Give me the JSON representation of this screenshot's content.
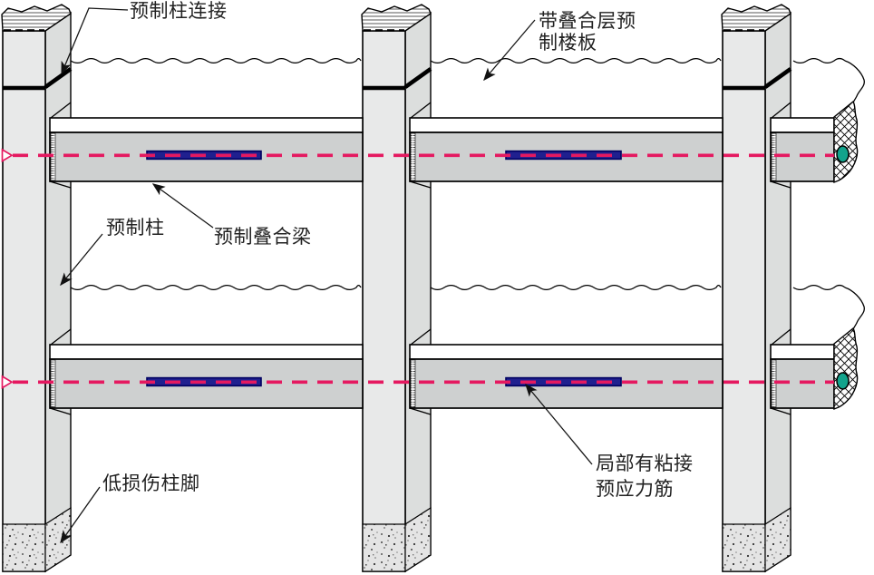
{
  "labels": {
    "column_connection": {
      "text": "预制柱连接"
    },
    "composite_slab": {
      "line1": "带叠合层预",
      "line2": "制楼板"
    },
    "precast_column": {
      "text": "预制柱"
    },
    "composite_beam": {
      "text": "预制叠合梁"
    },
    "bonded_tendon": {
      "line1": "局部有粘接",
      "line2": "预应力筋"
    },
    "column_base": {
      "text": "低损伤柱脚"
    }
  },
  "colors": {
    "centerline": "#e51960",
    "tendon": "#20208f",
    "tendon_dark": "#000060",
    "anchor": "#12a38c",
    "concrete_face": "#e8e9e9",
    "concrete_side": "#dcdedd",
    "beam_gray": "#ced0d0",
    "outline": "#000000"
  }
}
